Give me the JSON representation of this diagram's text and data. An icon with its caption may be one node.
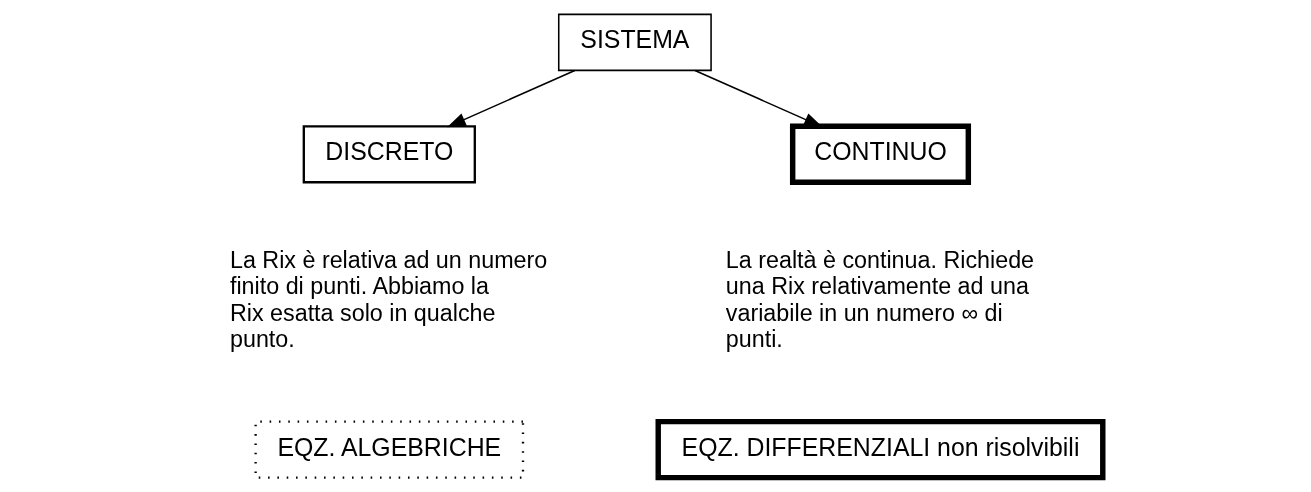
{
  "diagram": {
    "nodes": [
      {
        "text": [
          "SISTEMA"
        ]
      },
      {
        "text": [
          "DISCRETO"
        ],
        "beside": [
          "La Rix è relativa ad un numero finito di punti. Abbiamo la Rix esatta solo in qualche punto."
        ]
      },
      {
        "text": [
          "CONTINUO"
        ],
        "beside": [
          "La realtà è continua. Richiede una Rix relativamente ad una variabile in un numero ∞ di punti."
        ]
      },
      {
        "text": [
          "EQZ. ALGEBRICHE"
        ]
      },
      {
        "text": [
          "EQZ. DIFFERENZIALI non risolvibili"
        ]
      }
    ],
    "edges": [
      {
        "from": 0,
        "to": 1,
        "arrow": "to"
      },
      {
        "from": 0,
        "to": 2,
        "arrow": "to"
      }
    ]
  }
}
